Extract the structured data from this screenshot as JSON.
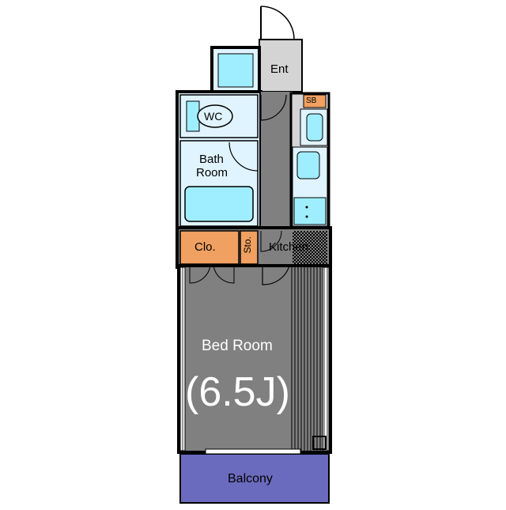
{
  "plan": {
    "rooms": {
      "entrance": "Ent",
      "wc": "WC",
      "bath_line1": "Bath",
      "bath_line2": "Room",
      "closet": "Clo.",
      "storage": "Sto.",
      "kitchen": "Kitchen",
      "bedroom": "Bed Room",
      "bedroom_size": "(6.5J)",
      "balcony": "Balcony",
      "shoe_box": "SB"
    },
    "colors": {
      "wall": "#000000",
      "floor_main": "#808080",
      "floor_light": "#d4d4d4",
      "wet_area": "#e0f4ff",
      "fixture": "#9eeeff",
      "storage": "#f0a060",
      "balcony": "#6a6abf"
    }
  }
}
